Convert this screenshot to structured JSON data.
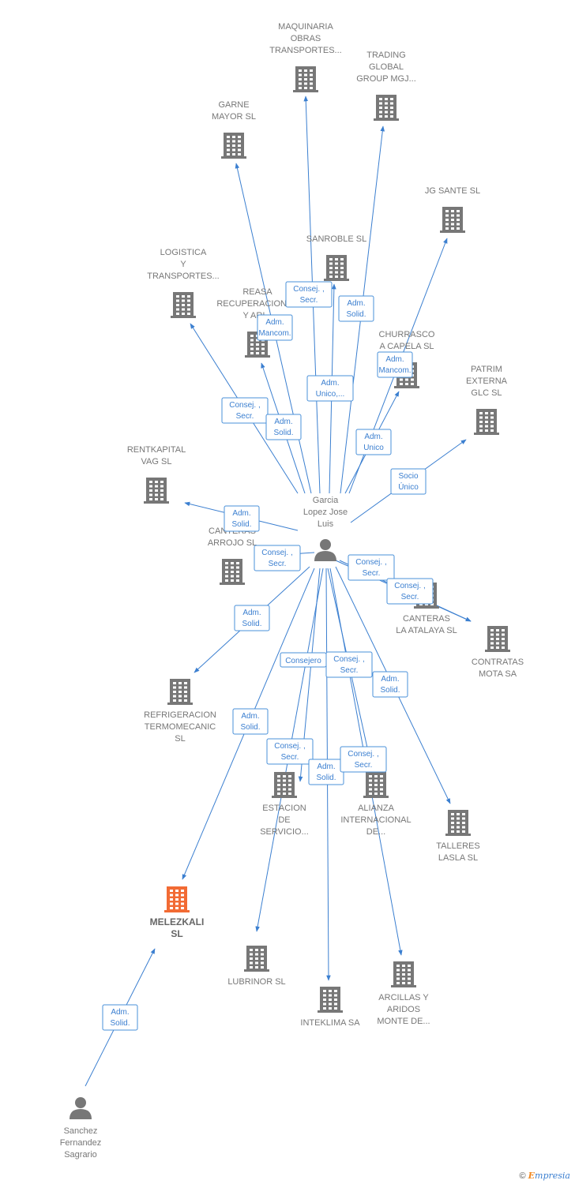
{
  "colors": {
    "edge": "#3b7fd0",
    "company": "#777777",
    "highlight": "#f26b34",
    "person": "#777777"
  },
  "footer": {
    "copyright": "©",
    "brand_first": "E",
    "brand_rest": "mpresia"
  },
  "nodes": [
    {
      "id": "garcia",
      "type": "person",
      "label": [
        "Garcia",
        "Lopez Jose",
        "Luis"
      ]
    },
    {
      "id": "sanchez",
      "type": "person",
      "label": [
        "Sanchez",
        "Fernandez",
        "Sagrario"
      ]
    },
    {
      "id": "maquinaria",
      "type": "company",
      "label": [
        "MAQUINARIA",
        "OBRAS",
        "TRANSPORTES..."
      ]
    },
    {
      "id": "trading",
      "type": "company",
      "label": [
        "TRADING",
        "GLOBAL",
        "GROUP MGJ..."
      ]
    },
    {
      "id": "garne",
      "type": "company",
      "label": [
        "GARNE",
        "MAYOR  SL"
      ]
    },
    {
      "id": "jgsante",
      "type": "company",
      "label": [
        "JG SANTE  SL"
      ]
    },
    {
      "id": "sanroble",
      "type": "company",
      "label": [
        "SANROBLE  SL"
      ]
    },
    {
      "id": "logistica",
      "type": "company",
      "label": [
        "LOGISTICA",
        "Y",
        "TRANSPORTES..."
      ]
    },
    {
      "id": "reasa",
      "type": "company",
      "label": [
        "REASA",
        "RECUPERACIONES",
        "Y ARI..."
      ]
    },
    {
      "id": "churrasco",
      "type": "company",
      "label": [
        "CHURRASCO",
        "A CAPELA SL"
      ]
    },
    {
      "id": "patrim",
      "type": "company",
      "label": [
        "PATRIM",
        "EXTERNA",
        "GLC  SL"
      ]
    },
    {
      "id": "rentkapital",
      "type": "company",
      "label": [
        "RENTKAPITAL",
        "VAG SL"
      ]
    },
    {
      "id": "canteras_arrojo",
      "type": "company",
      "label": [
        "CANTERAS",
        "ARROJO SL"
      ]
    },
    {
      "id": "canteras_atalaya",
      "type": "company",
      "label": [
        "CANTERAS",
        "LA ATALAYA SL"
      ]
    },
    {
      "id": "contratas",
      "type": "company",
      "label": [
        "CONTRATAS",
        "MOTA SA"
      ]
    },
    {
      "id": "refrigeracion",
      "type": "company",
      "label": [
        "REFRIGERACION",
        "TERMOMECANIC",
        "SL"
      ]
    },
    {
      "id": "estacion",
      "type": "company",
      "label": [
        "ESTACION",
        "DE",
        "SERVICIO..."
      ]
    },
    {
      "id": "alianza",
      "type": "company",
      "label": [
        "ALIANZA",
        "INTERNACIONAL",
        "DE..."
      ]
    },
    {
      "id": "talleres",
      "type": "company",
      "label": [
        "TALLERES",
        "LASLA  SL"
      ]
    },
    {
      "id": "melezkali",
      "type": "company",
      "highlight": true,
      "label": [
        "MELEZKALI",
        "SL"
      ]
    },
    {
      "id": "lubrinor",
      "type": "company",
      "label": [
        "LUBRINOR  SL"
      ]
    },
    {
      "id": "inteklima",
      "type": "company",
      "label": [
        "INTEKLIMA SA"
      ]
    },
    {
      "id": "arcillas",
      "type": "company",
      "label": [
        "ARCILLAS Y",
        "ARIDOS",
        "MONTE DE..."
      ]
    }
  ],
  "edges": [
    {
      "from": "garcia",
      "to": "maquinaria",
      "label": [
        "Consej. ,",
        "Secr."
      ]
    },
    {
      "from": "garcia",
      "to": "trading",
      "label": [
        "Adm.",
        "Solid."
      ]
    },
    {
      "from": "garcia",
      "to": "garne",
      "label": [
        "Adm.",
        "Mancom."
      ]
    },
    {
      "from": "garcia",
      "to": "jgsante",
      "label": [
        "Adm.",
        "Unico"
      ]
    },
    {
      "from": "garcia",
      "to": "sanroble",
      "label": [
        "Adm.",
        "Unico,..."
      ]
    },
    {
      "from": "garcia",
      "to": "logistica",
      "label": [
        "Consej. ,",
        "Secr."
      ]
    },
    {
      "from": "garcia",
      "to": "reasa",
      "label": [
        "Adm.",
        "Solid."
      ]
    },
    {
      "from": "garcia",
      "to": "churrasco",
      "label": [
        "Adm.",
        "Mancom."
      ]
    },
    {
      "from": "garcia",
      "to": "patrim",
      "label": [
        "Socio",
        "Único"
      ]
    },
    {
      "from": "garcia",
      "to": "rentkapital",
      "label": [
        "Adm.",
        "Solid."
      ]
    },
    {
      "from": "garcia",
      "to": "canteras_arrojo",
      "label": [
        "Consej. ,",
        "Secr."
      ]
    },
    {
      "from": "garcia",
      "to": "canteras_atalaya",
      "label": [
        "Consej. ,",
        "Secr."
      ]
    },
    {
      "from": "garcia",
      "to": "contratas",
      "label": [
        "Consej. ,",
        "Secr."
      ]
    },
    {
      "from": "garcia",
      "to": "refrigeracion",
      "label": [
        "Adm.",
        "Solid."
      ]
    },
    {
      "from": "garcia",
      "to": "estacion",
      "label": [
        "Consejero"
      ]
    },
    {
      "from": "garcia",
      "to": "alianza",
      "label": [
        "Consej. ,",
        "Secr."
      ]
    },
    {
      "from": "garcia",
      "to": "talleres",
      "label": [
        "Adm.",
        "Solid."
      ]
    },
    {
      "from": "garcia",
      "to": "melezkali",
      "label": [
        "Adm.",
        "Solid."
      ]
    },
    {
      "from": "garcia",
      "to": "lubrinor",
      "label": [
        "Consej. ,",
        "Secr."
      ]
    },
    {
      "from": "garcia",
      "to": "inteklima",
      "label": [
        "Adm.",
        "Solid."
      ]
    },
    {
      "from": "garcia",
      "to": "arcillas",
      "label": [
        "Consej. ,",
        "Secr."
      ]
    },
    {
      "from": "sanchez",
      "to": "melezkali",
      "label": [
        "Adm.",
        "Solid."
      ]
    }
  ]
}
